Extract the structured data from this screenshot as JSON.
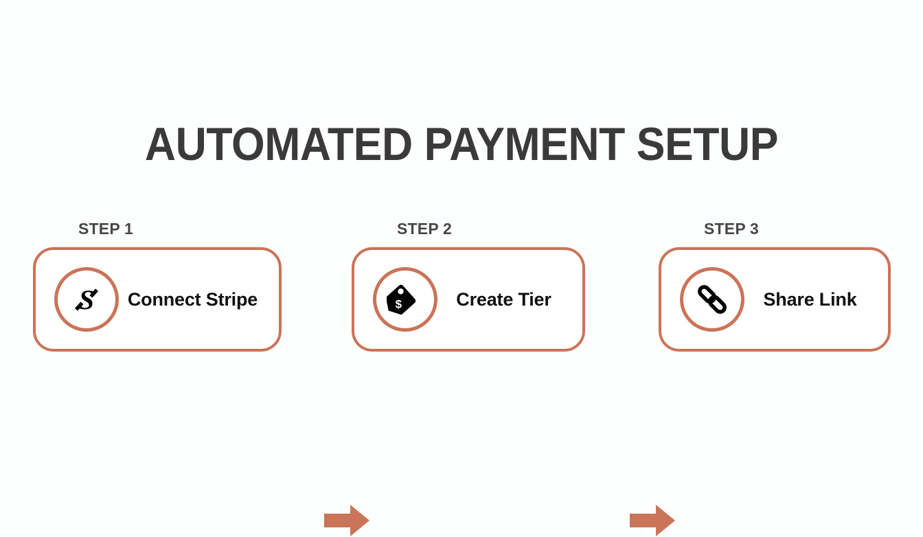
{
  "colors": {
    "background": "#fdfefe",
    "accent": "#ca7459",
    "title_text": "#3a3a3a",
    "step_label_text": "#474747",
    "card_label_text": "#111111",
    "icon_glyph": "#000000",
    "card_fill": "#ffffff"
  },
  "header": {
    "title": "AUTOMATED PAYMENT SETUP"
  },
  "flow": {
    "steps": [
      {
        "step_label": "STEP 1",
        "label": "Connect Stripe",
        "icon": "stripe-s-icon"
      },
      {
        "step_label": "STEP 2",
        "label": "Create Tier",
        "icon": "price-tag-icon"
      },
      {
        "step_label": "STEP 3",
        "label": "Share Link",
        "icon": "chain-link-icon"
      }
    ],
    "connectors": [
      {
        "icon": "arrow-right-icon"
      },
      {
        "icon": "arrow-right-icon"
      }
    ]
  }
}
